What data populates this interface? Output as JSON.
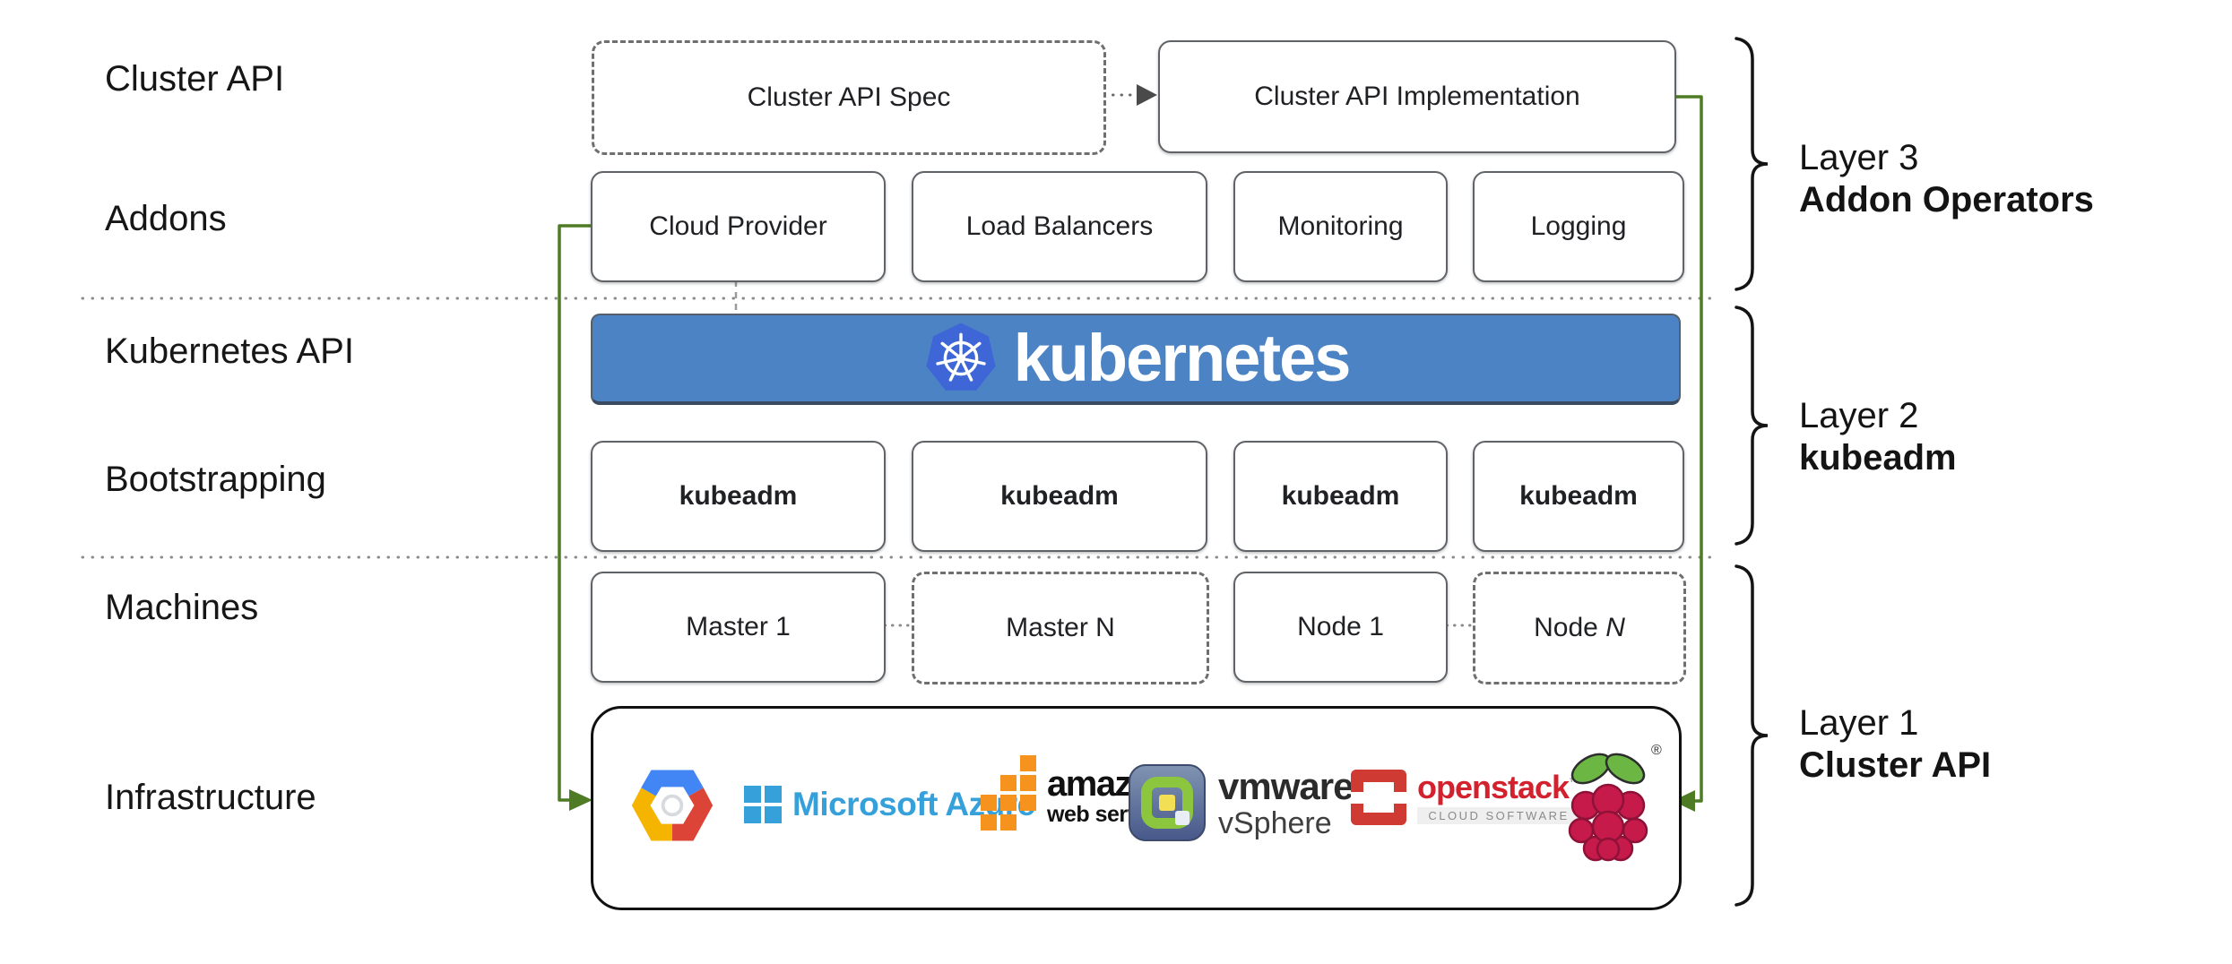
{
  "row_labels": [
    {
      "text": "Cluster API"
    },
    {
      "text": "Addons"
    },
    {
      "text": "Kubernetes API"
    },
    {
      "text": "Bootstrapping"
    },
    {
      "text": "Machines"
    },
    {
      "text": "Infrastructure"
    }
  ],
  "top_row": {
    "spec_label": "Cluster API Spec",
    "impl_label": "Cluster API Implementation"
  },
  "addons": [
    "Cloud Provider",
    "Load Balancers",
    "Monitoring",
    "Logging"
  ],
  "kubernetes_banner": {
    "wordmark": "kubernetes"
  },
  "bootstrapping": {
    "items": [
      "kubeadm",
      "kubeadm",
      "kubeadm",
      "kubeadm"
    ]
  },
  "machines": {
    "items": [
      {
        "prefix": "Master ",
        "suffix": "1"
      },
      {
        "prefix": "Master ",
        "suffix": "N"
      },
      {
        "prefix": "Node ",
        "suffix": "1"
      },
      {
        "prefix": "Node ",
        "suffix": "N"
      }
    ]
  },
  "infrastructure": {
    "azure_label": "Microsoft Azure",
    "aws_word": "amazon",
    "aws_sub": "web services",
    "vmware_word": "vmware",
    "vmware_mark": "®",
    "vmware_sub": "vSphere",
    "openstack_word": "openstack",
    "openstack_mark": "™",
    "openstack_sub": "CLOUD SOFTWARE",
    "raspberry_mark": "®"
  },
  "layers": [
    {
      "line1": "Layer 3",
      "line2": "Addon Operators"
    },
    {
      "line1": "Layer 2",
      "line2": "kubeadm"
    },
    {
      "line1": "Layer 1",
      "line2": "Cluster API"
    }
  ],
  "icons": {
    "kubernetes_logo": "helm-wheel-in-heptagon",
    "gcp_logo": "google-cloud-hexagon",
    "azure_logo": "microsoft-window-flag",
    "aws_logo": "amazon-cubes",
    "vmware_logo": "vsphere-tile",
    "openstack_logo": "red-bracket-square",
    "raspberrypi_logo": "raspberry-with-leaves"
  },
  "colors": {
    "banner_blue": "#4c83c4",
    "k8s_logo_blue": "#3e66d6",
    "green_arrow": "#4e7b23",
    "box_border_gray": "#5f6368",
    "azure_blue": "#35a0da",
    "aws_orange": "#f6921e",
    "gcp_blue": "#4285f4",
    "gcp_red": "#db4437",
    "gcp_yellow": "#f4b400",
    "vmware_green": "#8cc63f",
    "openstack_red": "#d3212d",
    "raspberry_red": "#c51a4a",
    "leaf_green": "#6cb644"
  }
}
